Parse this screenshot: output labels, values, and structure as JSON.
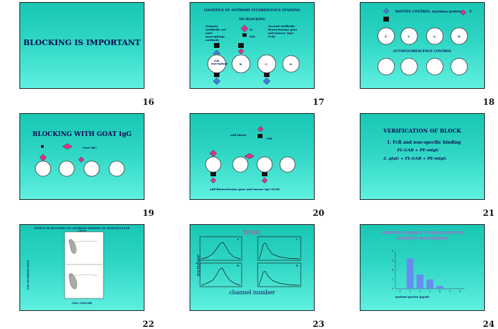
{
  "slides": [
    {
      "number": "16",
      "title": "BLOCKING IS IMPORTANT"
    },
    {
      "number": "17",
      "title": "LOGISTICS OF ANTIBODY FLUORESCENCE STAINING",
      "subtitle": "NO BLOCKING",
      "left_label": "Primary Antibody: rat anti-macrophage antibody",
      "right_label": "Second Antibody: fluorochrome goat anti-mouse (IgG-FcR)",
      "fc_label": "Fc",
      "fab_label": "Fab",
      "cell_left": "FcR macrophage",
      "cell_b": "B",
      "cell_c": "C",
      "cell_d": "D"
    },
    {
      "number": "18",
      "title": "ISOTYPE CONTROL: myeloma protein",
      "e_label": "E",
      "row_labels": [
        "E",
        "F",
        "G",
        "H"
      ],
      "mid_label": "AUTOFLUORESCENCE CONTROL"
    },
    {
      "number": "19",
      "title": "BLOCKING WITH GOAT IgG",
      "goat_label": "Goat IgG"
    },
    {
      "number": "20",
      "label_top": "add Block",
      "label_fab": "Fab",
      "label_bottom": "add fluorochrome goat anti-mouse IgG (FcR)"
    },
    {
      "number": "21",
      "title": "VERIFICATION OF BLOCK",
      "lines": [
        "1. FcR and non-specific binding",
        "FL-GAB  +  PE-mIgG",
        "2. gIgG  +  FL-GAB  +  PE-mIgG"
      ]
    },
    {
      "number": "22",
      "title": "EFFECT OF BLOCKING ON ANTIBODY BINDING TO MONONUCLEAR CELLS",
      "ylabel": "LOG FLUORESCENCE",
      "xlabel": "CELL VOLUME"
    },
    {
      "number": "23",
      "title": "TOTAL",
      "ylabel": "number",
      "xlabel": "channel number",
      "panel_labels": [
        "A",
        "C",
        "B",
        "D"
      ]
    },
    {
      "number": "24",
      "title": "variation in gamma 1 myeloma protein binding to macrophages",
      "xlabel": "myeloma protein (μg/ml)"
    }
  ],
  "chart_data": {
    "type": "bar",
    "title": "variation in gamma 1 myeloma protein binding to macrophages",
    "categories": [
      "0",
      "1",
      "2",
      "3",
      "4",
      "5",
      "6"
    ],
    "values": [
      0,
      6.5,
      3.0,
      2.0,
      0.6,
      0,
      0
    ],
    "ylim": [
      0,
      8
    ],
    "bar_color": "#6a8cf0",
    "title_color": "#ff2fd2"
  },
  "colors": {
    "slide_top": "#19c6b4",
    "slide_bottom": "#5ff0e0",
    "accent_pink": "#e0308a",
    "accent_blue": "#3f7fd8",
    "text_dark": "#0a0a50"
  }
}
